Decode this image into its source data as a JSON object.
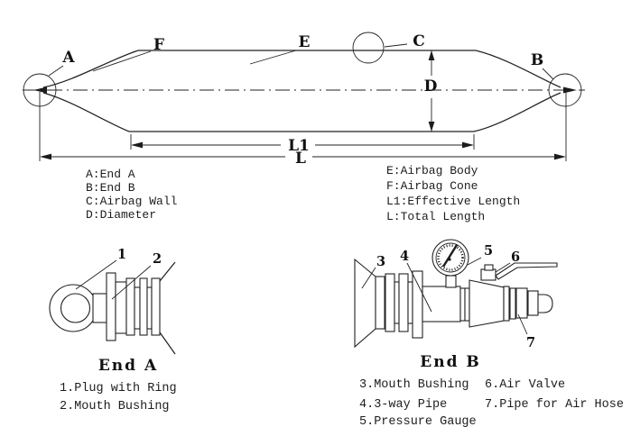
{
  "colors": {
    "ink": "#222222",
    "background": "#ffffff"
  },
  "side_view": {
    "callouts": {
      "A": "A",
      "B": "B",
      "C": "C",
      "D": "D",
      "E": "E",
      "F": "F",
      "L1": "L1",
      "L": "L"
    }
  },
  "legend": {
    "left": [
      "A:End A",
      "B:End B",
      "C:Airbag Wall",
      "D:Diameter"
    ],
    "right": [
      "E:Airbag Body",
      "F:Airbag Cone",
      "L1:Effective Length",
      "L:Total Length"
    ]
  },
  "end_a": {
    "title": "End A",
    "callouts": [
      "1",
      "2"
    ],
    "items": [
      "1.Plug with Ring",
      "2.Mouth Bushing"
    ]
  },
  "end_b": {
    "title": "End B",
    "callouts": [
      "3",
      "4",
      "5",
      "6",
      "7"
    ],
    "items_left": [
      "3.Mouth Bushing",
      "4.3-way Pipe",
      "5.Pressure Gauge"
    ],
    "items_right": [
      "6.Air Valve",
      "7.Pipe for Air Hose"
    ]
  }
}
